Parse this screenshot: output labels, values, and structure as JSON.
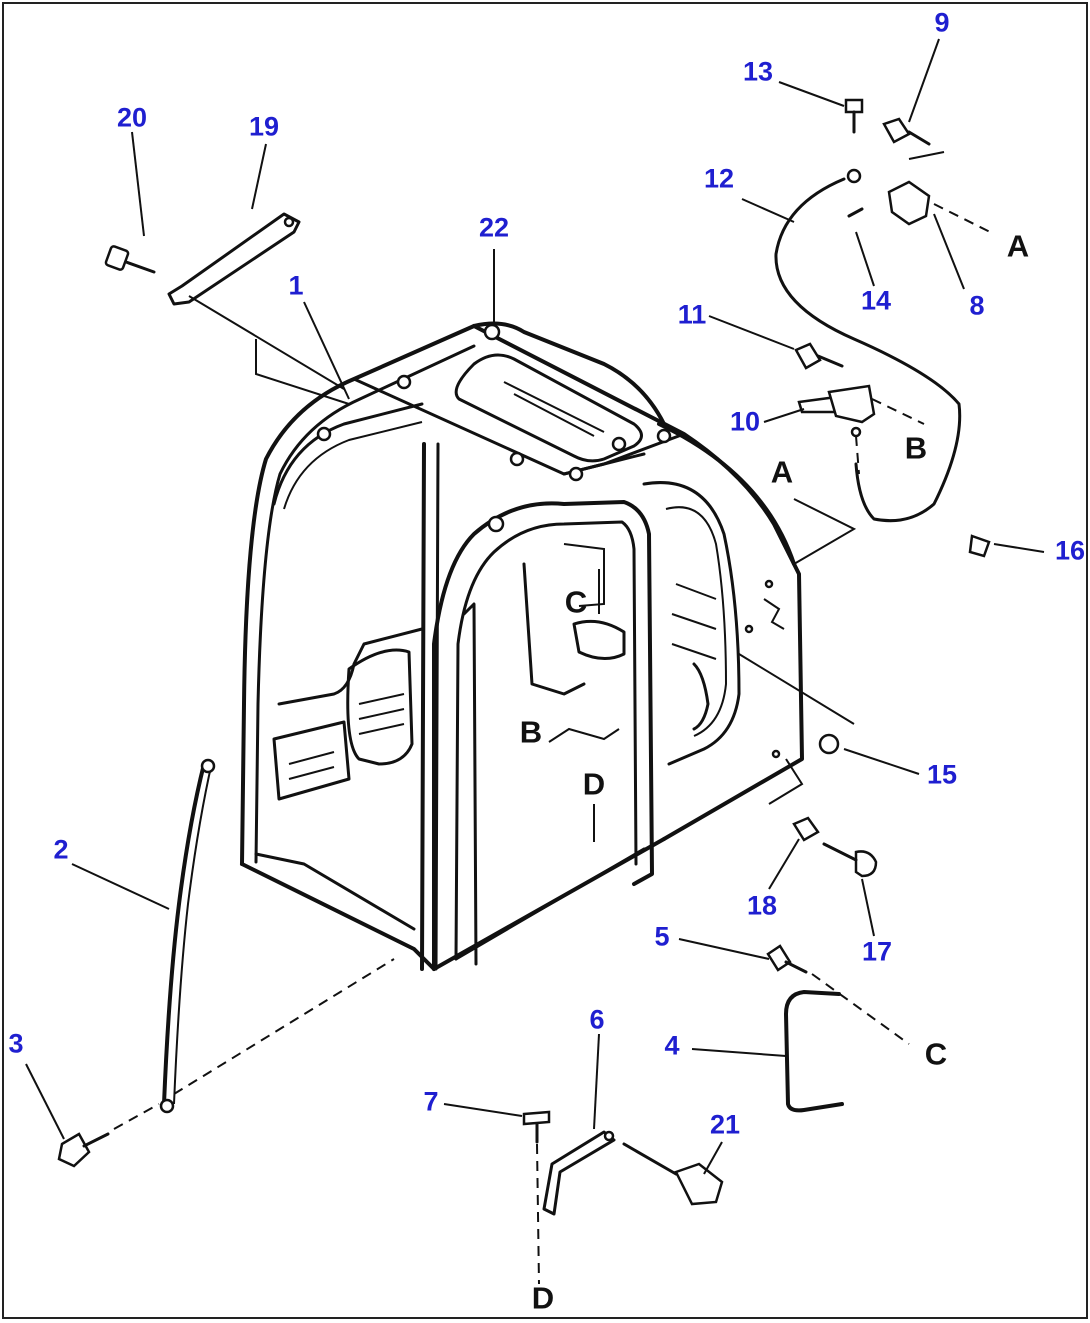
{
  "colors": {
    "callout": "#1f1fd0",
    "reference_letter": "#111111",
    "line": "#111111",
    "background": "#ffffff"
  },
  "callouts": [
    {
      "id": "c20",
      "text": "20"
    },
    {
      "id": "c19",
      "text": "19"
    },
    {
      "id": "c22",
      "text": "22"
    },
    {
      "id": "c1",
      "text": "1"
    },
    {
      "id": "c13",
      "text": "13"
    },
    {
      "id": "c9",
      "text": "9"
    },
    {
      "id": "c12",
      "text": "12"
    },
    {
      "id": "c14",
      "text": "14"
    },
    {
      "id": "c8",
      "text": "8"
    },
    {
      "id": "c11",
      "text": "11"
    },
    {
      "id": "c10",
      "text": "10"
    },
    {
      "id": "c16",
      "text": "16"
    },
    {
      "id": "c15",
      "text": "15"
    },
    {
      "id": "c18",
      "text": "18"
    },
    {
      "id": "c17",
      "text": "17"
    },
    {
      "id": "c5",
      "text": "5"
    },
    {
      "id": "c4",
      "text": "4"
    },
    {
      "id": "c6",
      "text": "6"
    },
    {
      "id": "c7",
      "text": "7"
    },
    {
      "id": "c21",
      "text": "21"
    },
    {
      "id": "c2",
      "text": "2"
    },
    {
      "id": "c3",
      "text": "3"
    }
  ],
  "references": [
    {
      "id": "rA1",
      "text": "A"
    },
    {
      "id": "rA2",
      "text": "A"
    },
    {
      "id": "rB1",
      "text": "B"
    },
    {
      "id": "rB2",
      "text": "B"
    },
    {
      "id": "rC1",
      "text": "C"
    },
    {
      "id": "rC2",
      "text": "C"
    },
    {
      "id": "rD1",
      "text": "D"
    },
    {
      "id": "rD2",
      "text": "D"
    }
  ]
}
